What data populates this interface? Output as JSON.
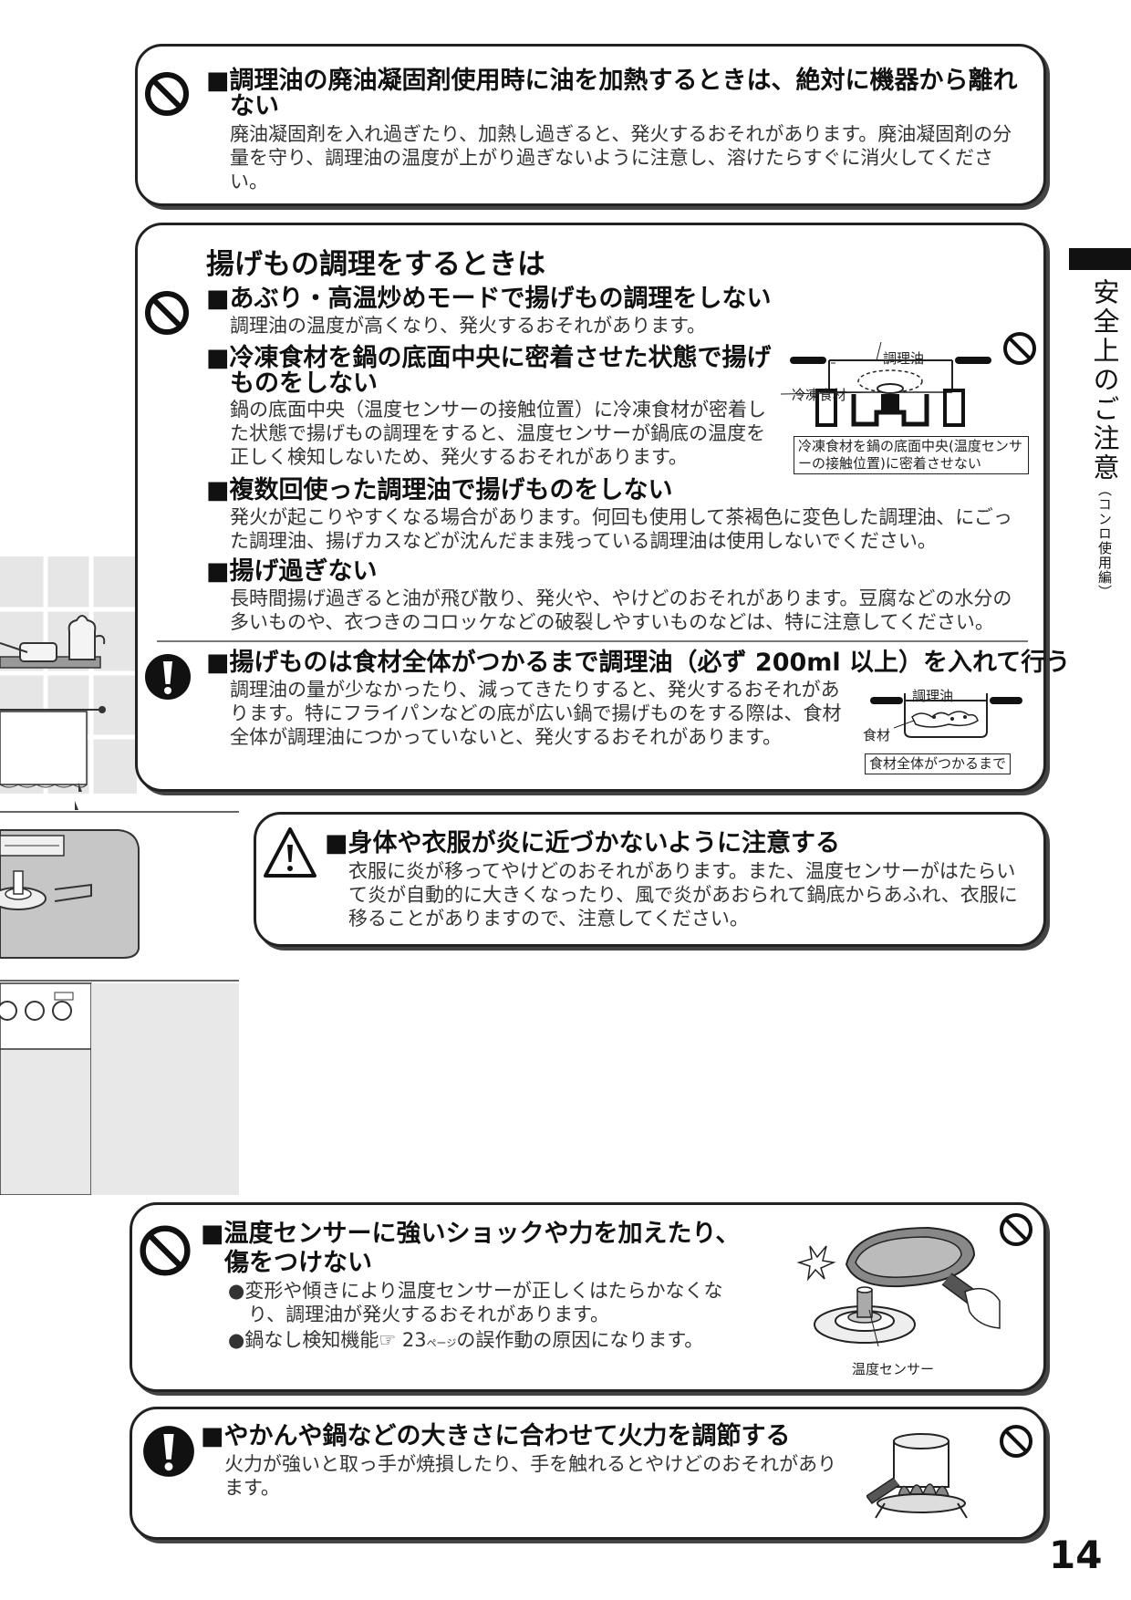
{
  "side_tab": {
    "main": "安全上のご注意",
    "sub": "（コンロ使用編）"
  },
  "page_number": "14",
  "box1": {
    "heading_line1": "■調理油の廃油凝固剤使用時に油を加熱するときは、絶対に機器から離れ",
    "heading_line2": "ない",
    "body": "廃油凝固剤を入れ過ぎたり、加熱し過ぎると、発火するおそれがあります。廃油凝固剤の分量を守り、調理油の温度が上がり過ぎないように注意し、溶けたらすぐに消火してください。"
  },
  "box2": {
    "title": "揚げもの調理をするときは",
    "item1": {
      "heading": "■あぶり・高温炒めモードで揚げもの調理をしない",
      "body": "調理油の温度が高くなり、発火するおそれがあります。"
    },
    "item2": {
      "heading_line1": "■冷凍食材を鍋の底面中央に密着させた状態で揚げ",
      "heading_line2": "ものをしない",
      "body": "鍋の底面中央（温度センサーの接触位置）に冷凍食材が密着した状態で揚げもの調理をすると、温度センサーが鍋底の温度を正しく検知しないため、発火するおそれがあります。"
    },
    "fig1": {
      "label_oil": "調理油",
      "label_frozen": "冷凍食材",
      "caption": "冷凍食材を鍋の底面中央(温度センサーの接触位置)に密着させない"
    },
    "item3": {
      "heading": "■複数回使った調理油で揚げものをしない",
      "body": "発火が起こりやすくなる場合があります。何回も使用して茶褐色に変色した調理油、にごった調理油、揚げカスなどが沈んだまま残っている調理油は使用しないでください。"
    },
    "item4": {
      "heading": "■揚げ過ぎない",
      "body": "長時間揚げ過ぎると油が飛び散り、発火や、やけどのおそれがあります。豆腐などの水分の多いものや、衣つきのコロッケなどの破裂しやすいものなどは、特に注意してください。"
    },
    "item5": {
      "heading": "■揚げものは食材全体がつかるまで調理油（必ず 200ml 以上）を入れて行う",
      "body": "調理油の量が少なかったり、減ってきたりすると、発火するおそれがあります。特にフライパンなどの底が広い鍋で揚げものをする際は、食材全体が調理油につかっていないと、発火するおそれがあります。"
    },
    "fig2": {
      "label_oil": "調理油",
      "label_food": "食材",
      "caption": "食材全体がつかるまで"
    }
  },
  "box3": {
    "heading": "■身体や衣服が炎に近づかないように注意する",
    "body": "衣服に炎が移ってやけどのおそれがあります。また、温度センサーがはたらいて炎が自動的に大きくなったり、風で炎があおられて鍋底からあふれ、衣服に移ることがありますので、注意してください。"
  },
  "box4": {
    "heading_line1": "■温度センサーに強いショックや力を加えたり、",
    "heading_line2": "傷をつけない",
    "bullet1_line1": "●変形や傾きにより温度センサーが正しくはたらかなくな",
    "bullet1_line2": "り、調理油が発火するおそれがあります。",
    "bullet2_pre": "●鍋なし検知機能",
    "bullet2_ref": "☞ 23",
    "bullet2_unit": "ページ",
    "bullet2_post": "の誤作動の原因になります。",
    "fig_label": "温度センサー"
  },
  "box5": {
    "heading": "■やかんや鍋などの大きさに合わせて火力を調節する",
    "body": "火力が強いと取っ手が焼損したり、手を触れるとやけどのおそれがあります。"
  },
  "icons": {
    "prohibit": "prohibition-icon",
    "mandatory": "exclamation-icon",
    "caution": "warning-triangle-icon"
  }
}
